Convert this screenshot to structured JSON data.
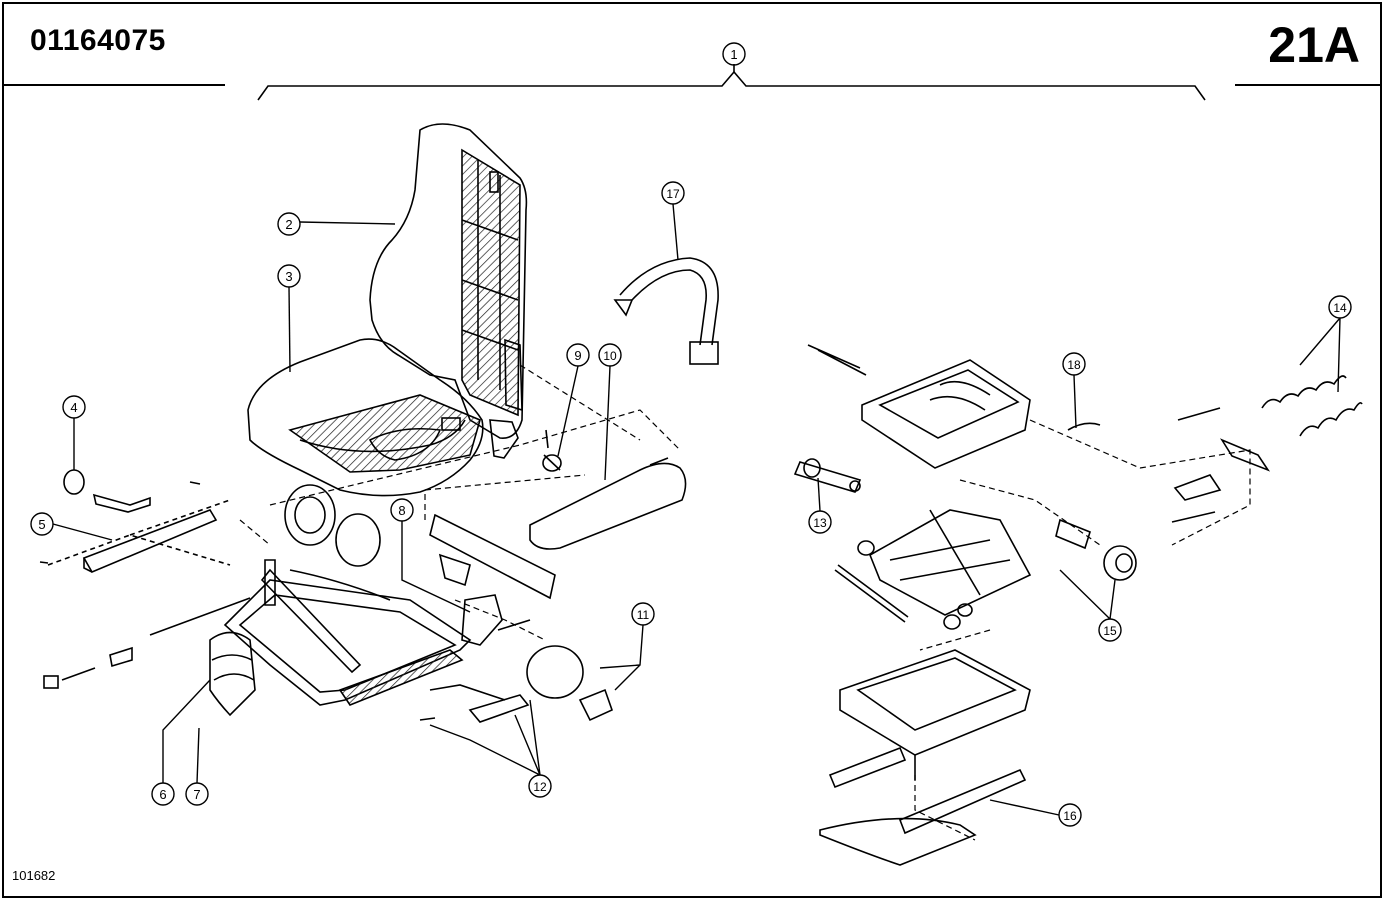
{
  "header": {
    "part_number": "01164075",
    "page_code": "21A"
  },
  "footer": {
    "drawing_number": "101682"
  },
  "callouts": {
    "c1": "1",
    "c2": "2",
    "c3": "3",
    "c4": "4",
    "c5": "5",
    "c6": "6",
    "c7": "7",
    "c8": "8",
    "c9": "9",
    "c10": "10",
    "c11": "11",
    "c12": "12",
    "c13": "13",
    "c14": "14",
    "c15": "15",
    "c16": "16",
    "c17": "17",
    "c18": "18"
  },
  "colors": {
    "line": "#000000",
    "hatch": "#222222",
    "background": "#ffffff"
  }
}
